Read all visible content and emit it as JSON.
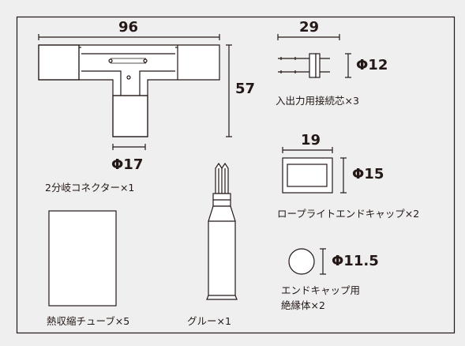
{
  "parts": {
    "t_connector": {
      "width": "96",
      "height": "57",
      "diameter": "Φ17",
      "caption": "2分岐コネクター×1"
    },
    "pin_connector": {
      "width": "29",
      "diameter": "Φ12",
      "caption": "入出力用接続芯×3"
    },
    "end_cap": {
      "width": "19",
      "diameter": "Φ15",
      "caption": "ロープライトエンドキャップ×2"
    },
    "insulator": {
      "diameter": "Φ11.5",
      "caption_line1": "エンドキャップ用",
      "caption_line2": "絶縁体×2"
    },
    "shrink_tube": {
      "caption": "熱収縮チューブ×5"
    },
    "glue": {
      "caption": "グルー×1"
    }
  },
  "colors": {
    "background": "#efefef",
    "line": "#231815",
    "part_fill": "#ffffff"
  }
}
